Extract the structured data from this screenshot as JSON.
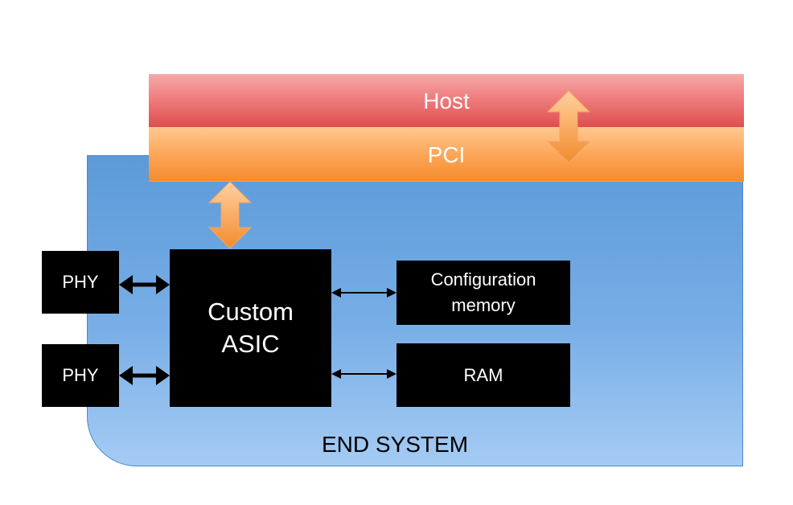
{
  "host": {
    "label": "Host"
  },
  "pci": {
    "label": "PCI"
  },
  "end_system": {
    "label": "END SYSTEM"
  },
  "blocks": {
    "phy_top": "PHY",
    "phy_bottom": "PHY",
    "asic": "Custom\nASIC",
    "config_memory": "Configuration\nmemory",
    "ram": "RAM"
  },
  "colors": {
    "host": "#e85f5f",
    "pci": "#fba150",
    "end_system": "#6ea6e2",
    "block": "#000000",
    "arrow": "#f9a558"
  }
}
